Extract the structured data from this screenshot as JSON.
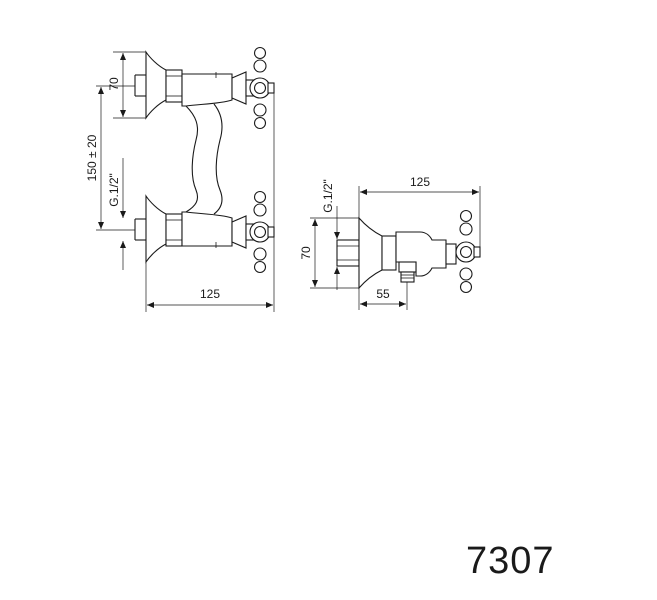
{
  "model_number": "7307",
  "front_view": {
    "width_dim": "125",
    "flange_dim": "70",
    "centers_dim": "150 ± 20",
    "thread_dim": "G.1/2\""
  },
  "side_view": {
    "depth_dim": "125",
    "thread_dim": "G.1/2\"",
    "height_dim": "70",
    "outlet_dim": "55"
  }
}
